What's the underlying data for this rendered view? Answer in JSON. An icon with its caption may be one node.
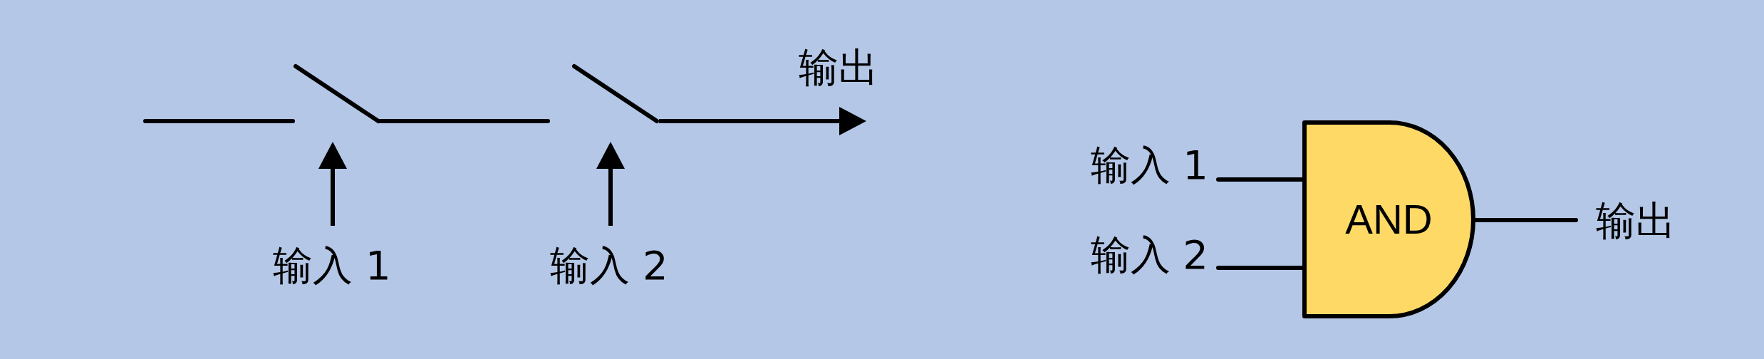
{
  "diagram": {
    "nodes": [
      {
        "text": [],
        "shape": "switch"
      },
      {
        "text": [],
        "shape": "switch"
      },
      {
        "text": [
          "输入 1"
        ]
      },
      {
        "text": [
          "输入 2"
        ]
      },
      {
        "text": [
          "输入 1"
        ]
      },
      {
        "text": [
          "输入 2"
        ]
      },
      {
        "text": [
          "AND"
        ]
      },
      {
        "text": [
          "输出"
        ]
      }
    ],
    "edges": [
      {
        "from": null,
        "to": 0,
        "arrow": "none"
      },
      {
        "from": 0,
        "to": 1,
        "arrow": "none"
      },
      {
        "from": 1,
        "to": null,
        "arrow": "to",
        "label": "输出"
      },
      {
        "from": 2,
        "to": 0,
        "arrow": "to"
      },
      {
        "from": 3,
        "to": 1,
        "arrow": "to"
      },
      {
        "from": 4,
        "to": 6,
        "arrow": "none"
      },
      {
        "from": 5,
        "to": 6,
        "arrow": "none"
      },
      {
        "from": 6,
        "to": 7,
        "arrow": "none"
      }
    ]
  }
}
